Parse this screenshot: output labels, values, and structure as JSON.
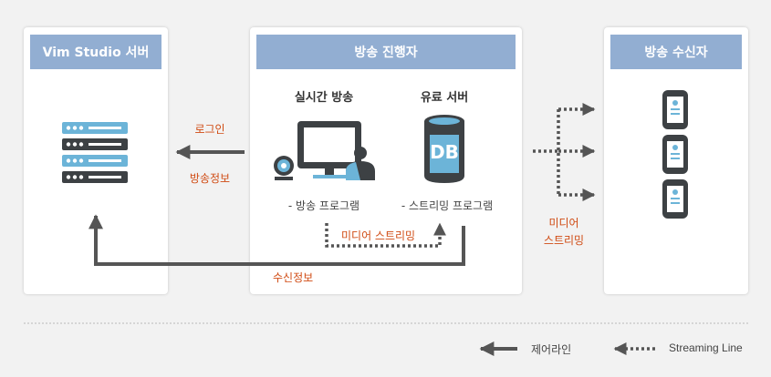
{
  "panels": {
    "server": {
      "title": "Vim Studio 서버"
    },
    "presenter": {
      "title": "방송 진행자",
      "live_label": "실시간 방송",
      "paid_server_label": "유료 서버",
      "broadcast_program": "- 방송 프로그램",
      "streaming_program": "- 스트리밍 프로그램",
      "db_text": "DB",
      "media_streaming_inner": "미디어 스트리밍"
    },
    "receiver": {
      "title": "방송 수신자"
    }
  },
  "arrows": {
    "login": "로그인",
    "broadcast_info": "방송정보",
    "receive_info": "수신정보",
    "media_streaming_line1": "미디어",
    "media_streaming_line2": "스트리밍"
  },
  "legend": {
    "control_line": "제어라인",
    "streaming_line": "Streaming Line"
  },
  "colors": {
    "header": "#92aed2",
    "accent_blue": "#6cb4d8",
    "dark_gray": "#3d4144",
    "arrow_gray": "#555555",
    "label_orange": "#d04a12"
  }
}
